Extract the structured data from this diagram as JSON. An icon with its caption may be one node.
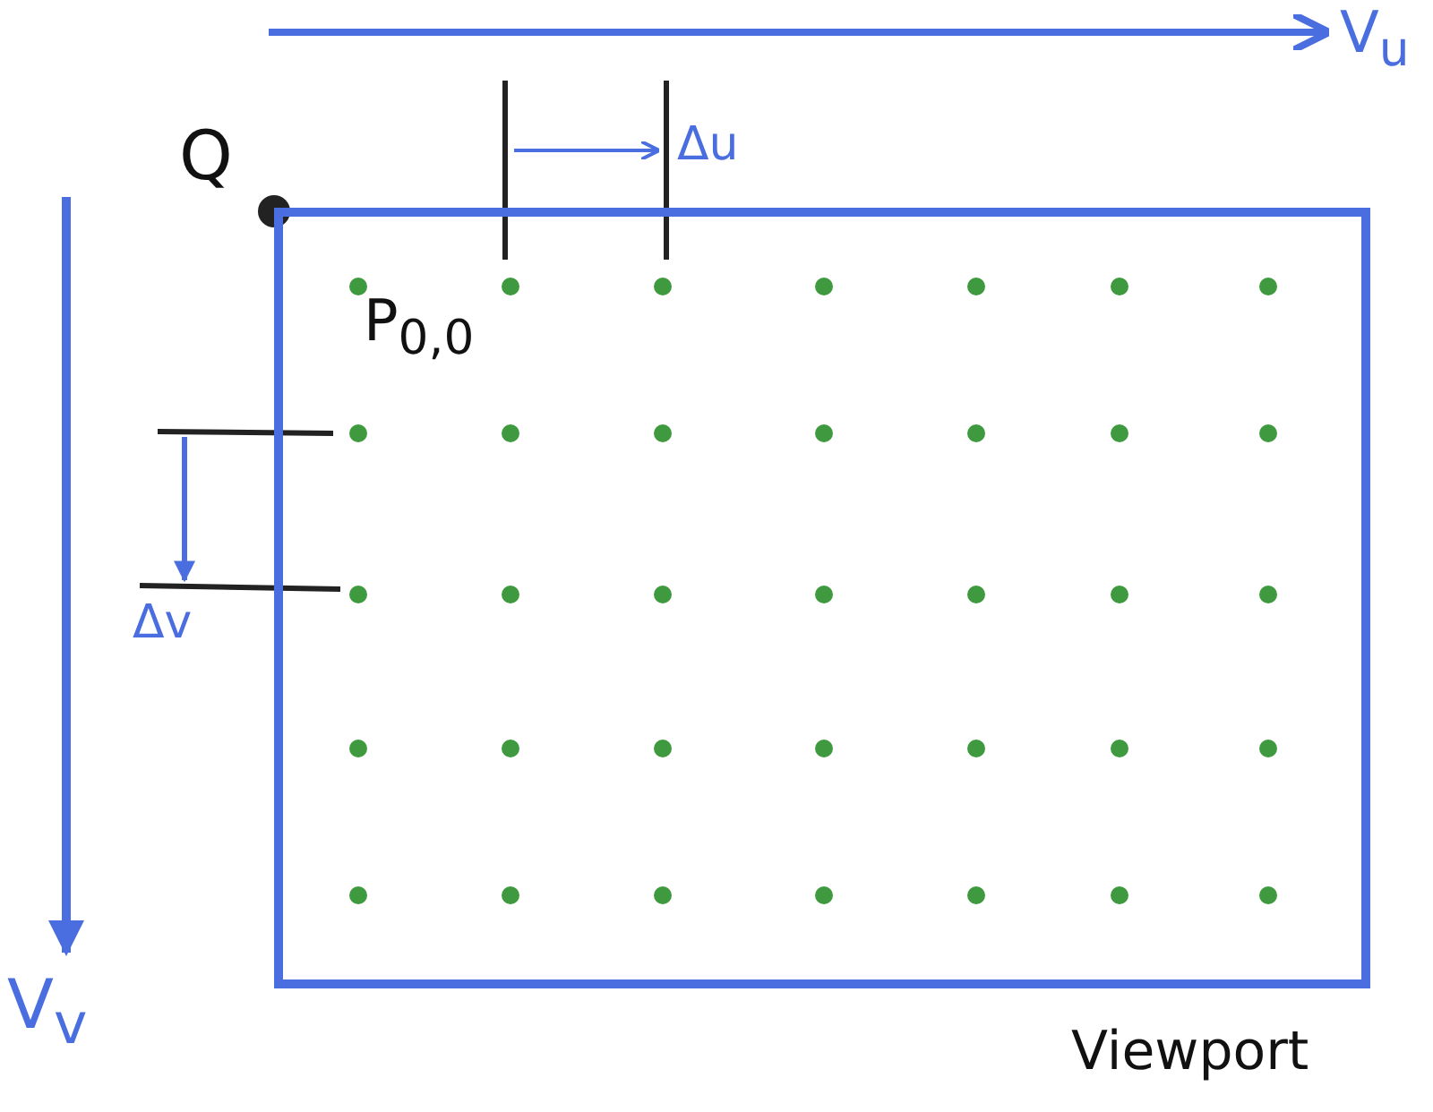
{
  "diagram": {
    "nodes": [
      {
        "text": [
          "Viewport"
        ]
      }
    ],
    "labels": [
      "V$_{u}$",
      "Q",
      "Δu",
      "P$_{0,0}$",
      "Δv",
      "V$_{v}$"
    ]
  }
}
